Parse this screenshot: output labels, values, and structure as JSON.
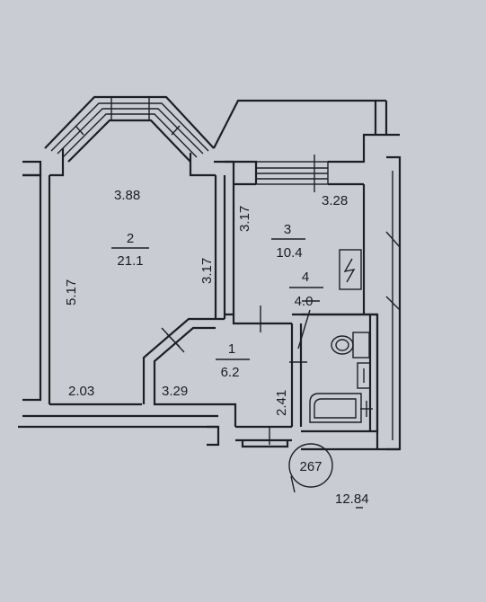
{
  "rooms": [
    {
      "number": "2",
      "area": "21.1"
    },
    {
      "number": "3",
      "area": "10.4"
    },
    {
      "number": "4",
      "area": "4.0"
    },
    {
      "number": "1",
      "area": "6.2"
    }
  ],
  "dimensions": {
    "room2_width": "3.88",
    "room2_left_length": "5.17",
    "room2_right_length": "3.17",
    "room2_bottom": "2.03",
    "room3_width": "3.28",
    "room3_left": "3.17",
    "hall_bottom": "3.29",
    "hall_side": "2.41",
    "total_area": "12.84"
  },
  "apartment_number": "267"
}
